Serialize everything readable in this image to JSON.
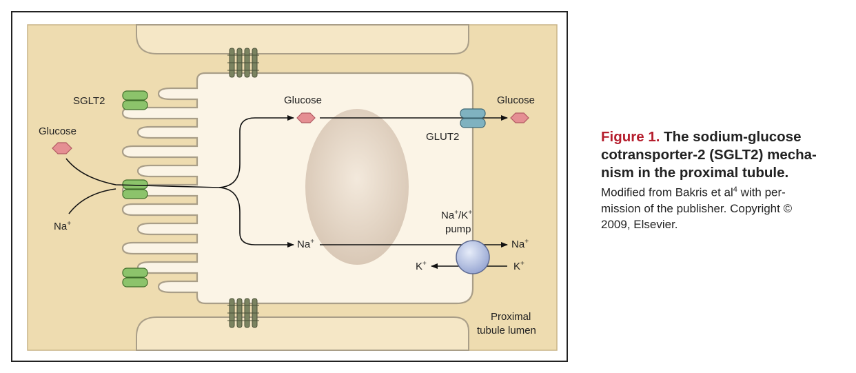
{
  "diagram": {
    "labels": {
      "sglt2": "SGLT2",
      "glucose_left": "Glucose",
      "na_left": "Na",
      "na_sup": "+",
      "glucose_mid": "Glucose",
      "glucose_right": "Glucose",
      "glut2": "GLUT2",
      "na_mid": "Na",
      "na_right": "Na",
      "k_left": "K",
      "k_right": "K",
      "pump_line1_a": "Na",
      "pump_line1_b": "/K",
      "pump_line2": "pump",
      "lumen_line1": "Proximal",
      "lumen_line2": "tubule lumen"
    },
    "colors": {
      "frame_bg": "#eedcb0",
      "cell_bg": "#fbf4e6",
      "nucleus": "#d8c6b2",
      "glucose": "#e58f93",
      "sglt2": "#8cc36b",
      "glut2": "#7fb2c0",
      "pump": "#b7c3e4",
      "tight_junction": "#7a8360"
    }
  },
  "caption": {
    "figure_label": "Figure 1.",
    "title_part1": "The sodium-glucose",
    "title_line2": "cotransporter-2 (SGLT2) mecha-",
    "title_line3": "nism in the proximal tubule.",
    "body_line1_a": "Modified from Bakris et al",
    "body_line1_sup": "4",
    "body_line1_b": " with per-",
    "body_line2": "mission of the publisher. Copyright ©",
    "body_line3": "2009, Elsevier."
  }
}
